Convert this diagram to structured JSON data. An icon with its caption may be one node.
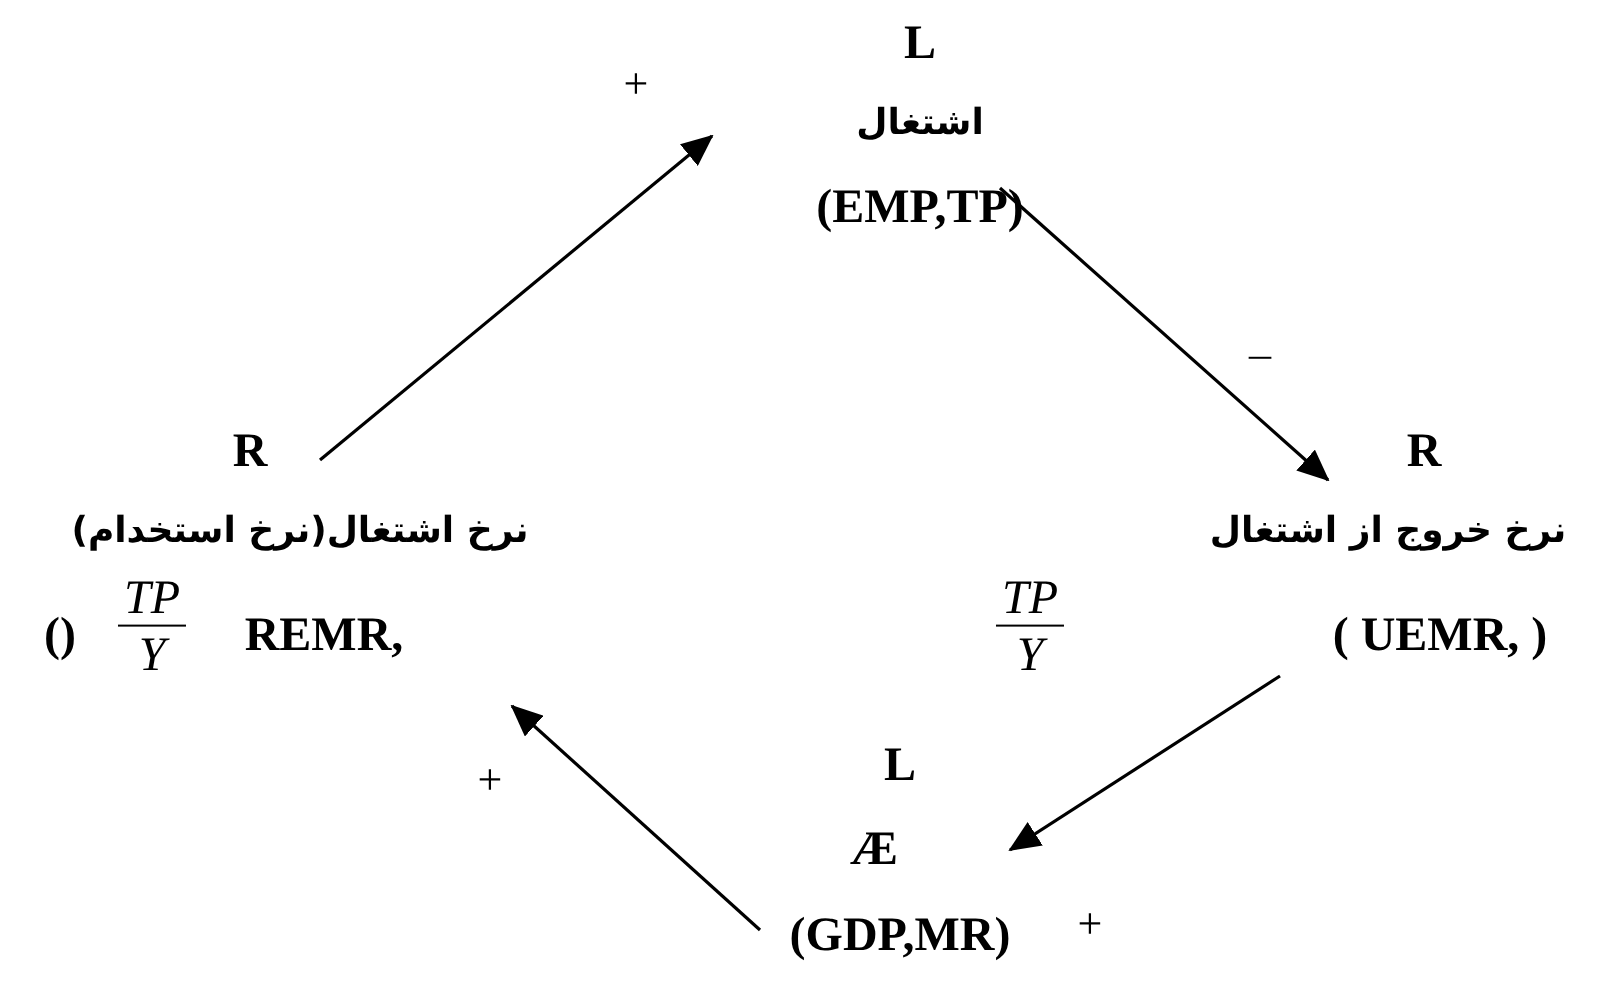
{
  "diagram": {
    "nodes": [
      {
        "text": [
          "L",
          "اشتغال",
          "(EMP,TP)"
        ]
      },
      {
        "text": [
          "R",
          "نرخ خروج از اشتغال",
          "TP",
          "Y",
          "( UEMR, )"
        ]
      },
      {
        "text": [
          "R",
          "نرخ اشتغال(نرخ استخدام)",
          "()",
          "TP",
          "Y",
          "REMR,"
        ]
      },
      {
        "text": [
          "L",
          "Æ",
          "(GDP,MR)"
        ]
      }
    ],
    "edges": [
      {
        "from": 2,
        "to": 0,
        "arrow": "to",
        "label": "+"
      },
      {
        "from": 0,
        "to": 1,
        "arrow": "to",
        "label": "¯"
      },
      {
        "from": 1,
        "to": 3,
        "arrow": "to",
        "label": "+"
      },
      {
        "from": 3,
        "to": 2,
        "arrow": "to",
        "label": "+"
      }
    ]
  }
}
